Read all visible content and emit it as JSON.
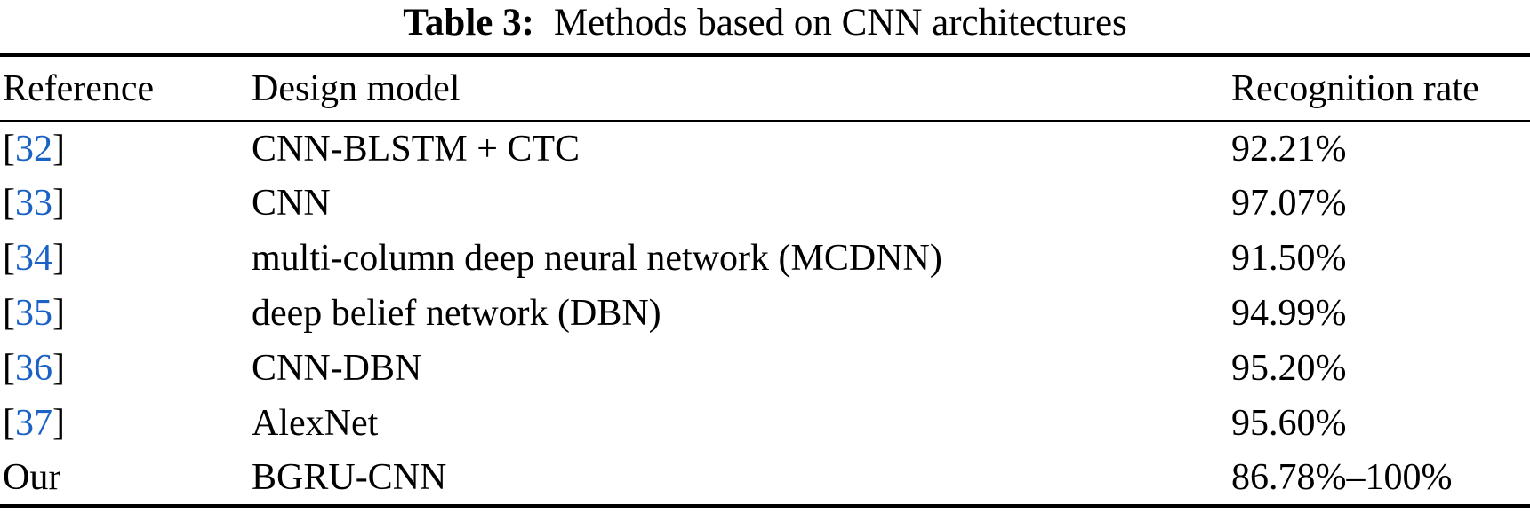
{
  "table": {
    "title_label": "Table 3:",
    "title_text": "Methods based on CNN architectures",
    "columns": [
      "Reference",
      "Design model",
      "Recognition rate"
    ],
    "rows": [
      {
        "cite": "32",
        "model": "CNN-BLSTM + CTC",
        "rate": "92.21%"
      },
      {
        "cite": "33",
        "model": "CNN",
        "rate": "97.07%"
      },
      {
        "cite": "34",
        "model": "multi-column deep neural network (MCDNN)",
        "rate": "91.50%"
      },
      {
        "cite": "35",
        "model": "deep belief network (DBN)",
        "rate": "94.99%"
      },
      {
        "cite": "36",
        "model": "CNN-DBN",
        "rate": "95.20%"
      },
      {
        "cite": "37",
        "model": "AlexNet",
        "rate": "95.60%"
      },
      {
        "ref": "Our",
        "model": "BGRU-CNN",
        "rate": "86.78%–100%"
      }
    ],
    "colors": {
      "citation_link": "#1b62c5",
      "text": "#000000",
      "background": "#ffffff"
    }
  }
}
